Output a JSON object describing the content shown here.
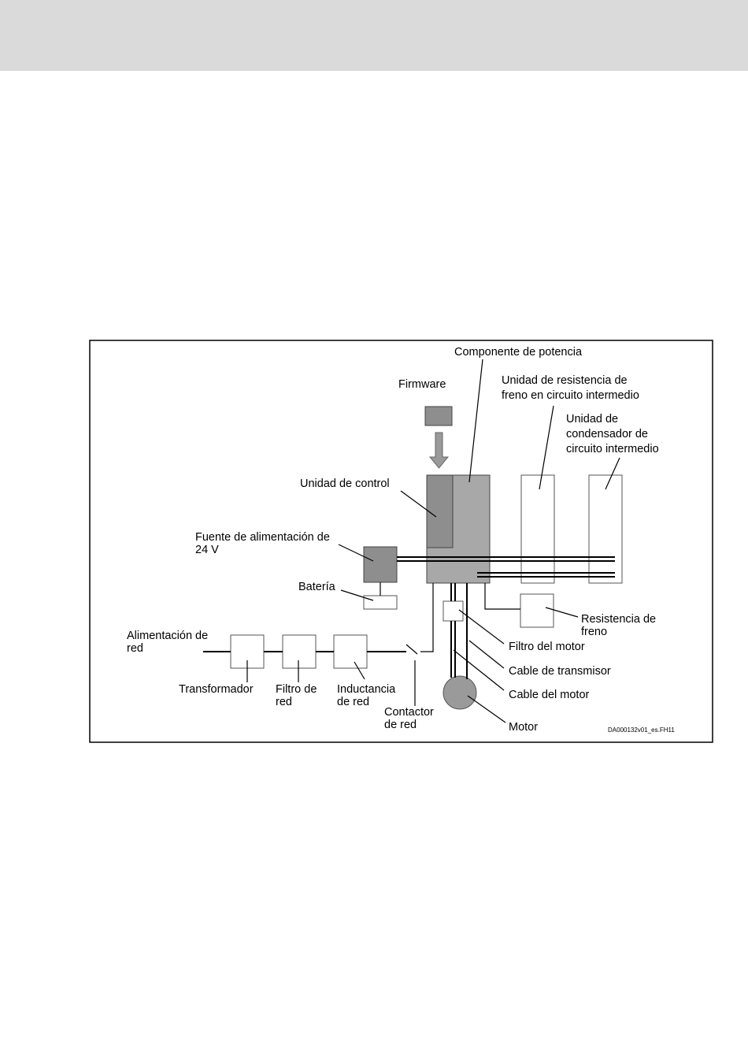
{
  "diagram": {
    "labels": {
      "power_component": "Componente de potencia",
      "firmware": "Firmware",
      "brake_resistor_unit_l1": "Unidad de resistencia de",
      "brake_resistor_unit_l2": "freno en circuito intermedio",
      "capacitor_unit_l1": "Unidad de",
      "capacitor_unit_l2": "condensador de",
      "capacitor_unit_l3": "circuito intermedio",
      "control_unit": "Unidad de control",
      "power_supply_l1": "Fuente de alimentación de",
      "power_supply_l2": "24 V",
      "battery": "Batería",
      "mains_supply_l1": "Alimentación de",
      "mains_supply_l2": "red",
      "brake_resistor_l1": "Resistencia de",
      "brake_resistor_l2": "freno",
      "motor_filter": "Filtro del motor",
      "encoder_cable": "Cable de transmisor",
      "motor_cable": "Cable del motor",
      "motor": "Motor",
      "transformer": "Transformador",
      "mains_filter_l1": "Filtro de",
      "mains_filter_l2": "red",
      "mains_inductance_l1": "Inductancia",
      "mains_inductance_l2": "de red",
      "mains_contactor_l1": "Contactor",
      "mains_contactor_l2": "de red",
      "figure_ref": "DA000132v01_es.FH11"
    },
    "colors": {
      "header_band": "#dadada",
      "light_gray": "#a8a8a8",
      "dark_gray": "#8e8e8e",
      "frame": "#000000"
    }
  }
}
